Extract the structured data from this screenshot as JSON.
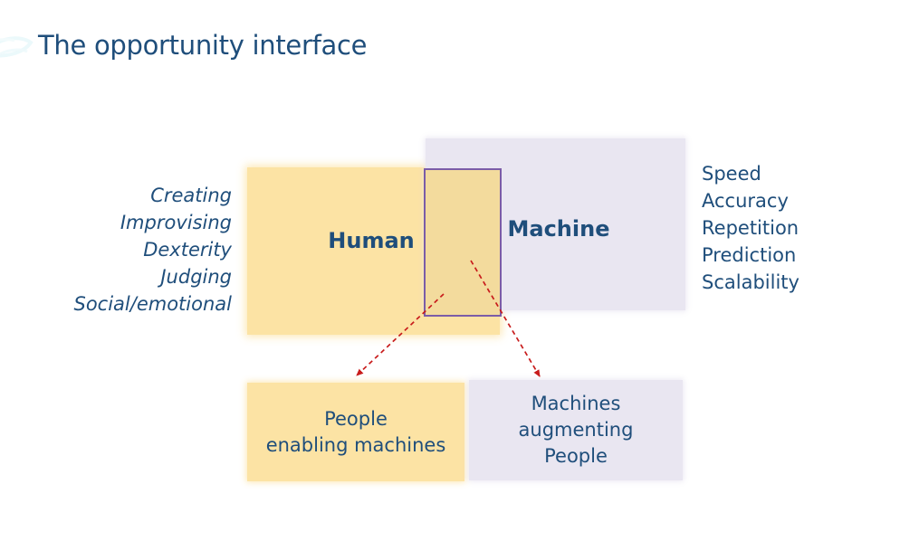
{
  "slide": {
    "title": "The opportunity interface",
    "colors": {
      "text": "#1F4E7B",
      "human_fill": "#FCE3A4",
      "machine_fill": "#E9E6F1",
      "overlap_fill": "#F3DB9D",
      "overlap_border": "#7B5CA7",
      "arrow_red": "#C81C1C"
    }
  },
  "diagram": {
    "human": {
      "label": "Human",
      "attributes": [
        "Creating",
        "Improvising",
        "Dexterity",
        "Judging",
        "Social/emotional"
      ]
    },
    "machine": {
      "label": "Machine",
      "attributes": [
        "Speed",
        "Accuracy",
        "Repetition",
        "Prediction",
        "Scalability"
      ]
    },
    "outcomes": {
      "people_enabling": {
        "text": "People\nenabling machines"
      },
      "machines_augmenting": {
        "text": "Machines\naugmenting\nPeople"
      }
    }
  },
  "icons": {
    "logo_watermark": "faint-swirl-logo"
  }
}
